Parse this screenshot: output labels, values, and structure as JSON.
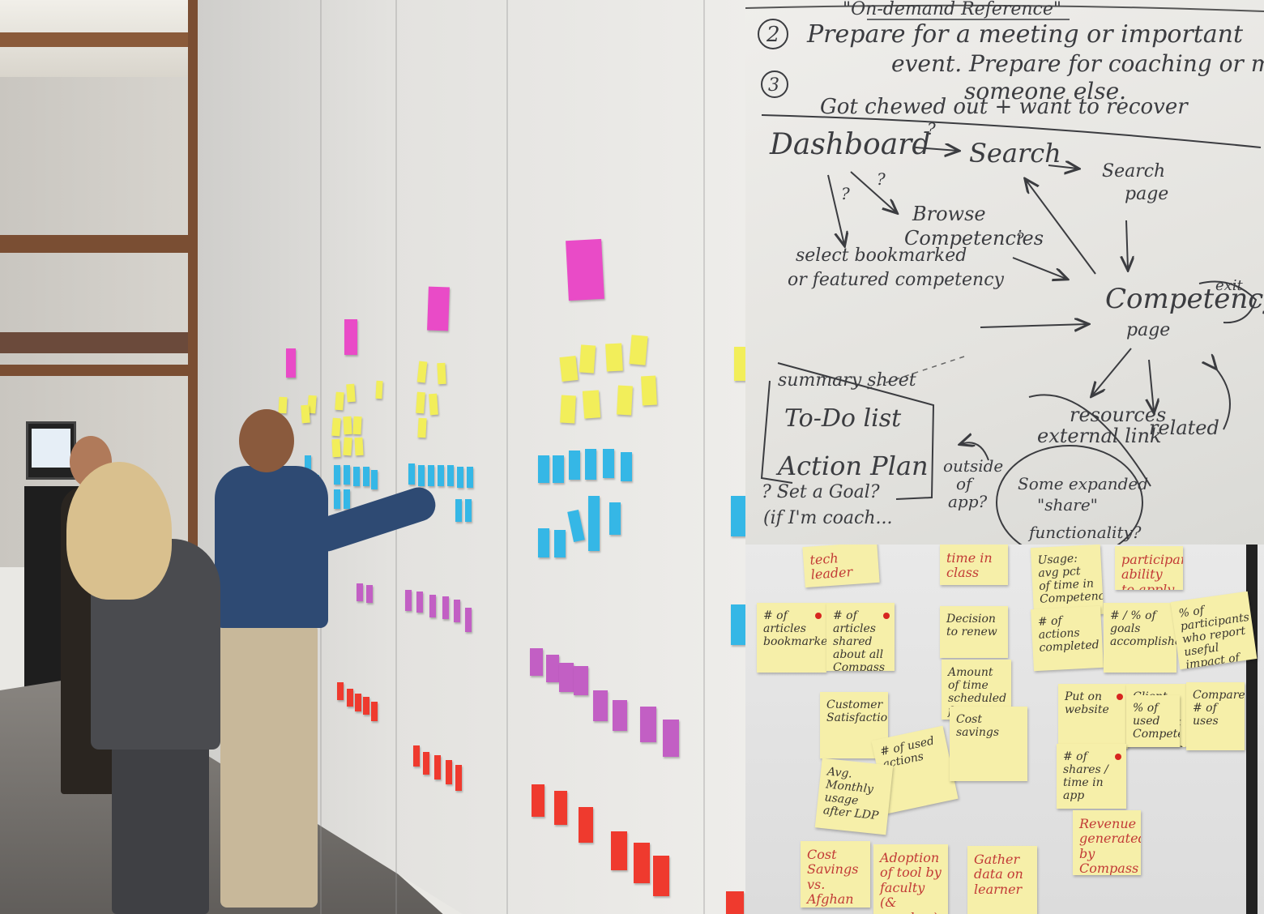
{
  "whiteboard": {
    "heading": "\"On-demand Reference\"",
    "item2_number": "2",
    "item2_line1": "Prepare for a meeting or important",
    "item2_line2": "event. Prepare for coaching or mentoring",
    "item2_line3": "someone else.",
    "item3_number": "3",
    "item3_line": "Got chewed out + want to recover",
    "node_dashboard": "Dashboard",
    "node_search": "Search",
    "node_search_page_1": "Search",
    "node_search_page_2": "page",
    "node_browse_1": "Browse",
    "node_browse_2": "Competencies",
    "node_select_1": "select bookmarked",
    "node_select_2": "or featured competency",
    "node_competency_1": "Competency",
    "node_competency_2": "page",
    "node_exit": "exit",
    "node_resources_1": "resources",
    "node_resources_2": "external link",
    "node_related": "related",
    "node_summary": "summary sheet",
    "node_todo": "To-Do list",
    "node_action": "Action Plan",
    "node_goal": "? Set a Goal?",
    "node_coach": "(if I'm coach...",
    "node_outside_1": "outside",
    "node_outside_2": "of",
    "node_outside_3": "app?",
    "node_share_1": "Some expanded",
    "node_share_2": "\"share\"",
    "node_share_3": "functionality?",
    "q1": "?",
    "q2": "?",
    "q3": "?",
    "q4": "?"
  },
  "stickies": [
    {
      "text": "tech leader",
      "ink": "red"
    },
    {
      "text": "time in class",
      "ink": "red"
    },
    {
      "text": "Usage: avg pct of time in Competencies",
      "ink": "dark"
    },
    {
      "text": "participants ability to apply learning",
      "ink": "red"
    },
    {
      "text": "# of articles bookmarked",
      "ink": "dark"
    },
    {
      "text": "# of articles shared about all Compass",
      "ink": "dark"
    },
    {
      "text": "Decision to renew",
      "ink": "dark"
    },
    {
      "text": "# of actions completed",
      "ink": "dark"
    },
    {
      "text": "# / % of goals accomplished",
      "ink": "dark"
    },
    {
      "text": "% of participants who report useful impact of app",
      "ink": "dark"
    },
    {
      "text": "Amount of time scheduled for practicing",
      "ink": "dark"
    },
    {
      "text": "Customer Satisfaction",
      "ink": "dark"
    },
    {
      "text": "# of used actions",
      "ink": "dark"
    },
    {
      "text": "Cost savings",
      "ink": "dark"
    },
    {
      "text": "Put on website",
      "ink": "dark"
    },
    {
      "text": "Client license, contract for delivering",
      "ink": "dark"
    },
    {
      "text": "Compare # of uses",
      "ink": "dark"
    },
    {
      "text": "% of used Competencies",
      "ink": "dark"
    },
    {
      "text": "Avg. Monthly usage after LDP",
      "ink": "dark"
    },
    {
      "text": "# of shares / time in app",
      "ink": "dark"
    },
    {
      "text": "Revenue generated by Compass",
      "ink": "red"
    },
    {
      "text": "Cost Savings vs. Afghan FTE",
      "ink": "red"
    },
    {
      "text": "Adoption of tool by faculty (& coaches)",
      "ink": "red"
    },
    {
      "text": "Gather data on learner",
      "ink": "red"
    }
  ]
}
